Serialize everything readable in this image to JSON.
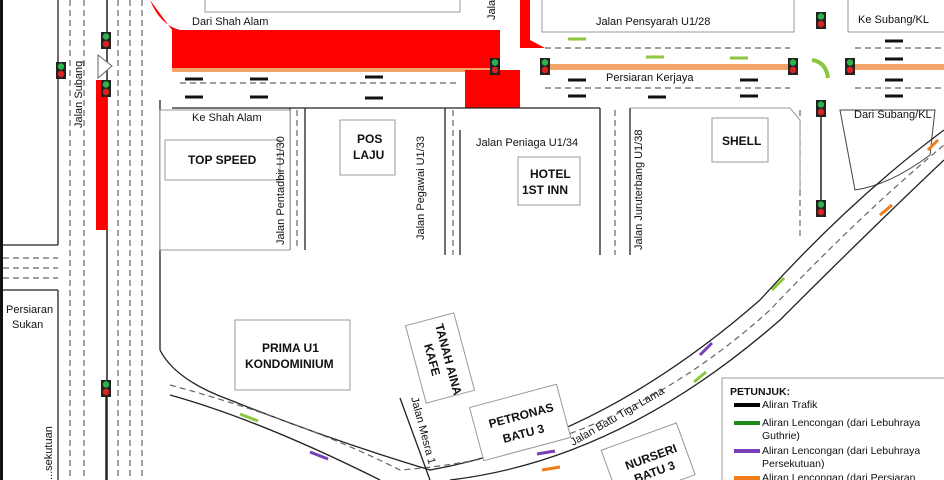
{
  "labels": {
    "dari_shah_alam": "Dari Shah Alam",
    "jalan_top_cut": "Jalan",
    "jalan_pensyarah": "Jalan Pensyarah U1/28",
    "persiaran_kerjaya": "Persiaran Kerjaya",
    "ke_subang_kl": "Ke Subang/KL",
    "dari_subang_kl": "Dari Subang/KL",
    "ke_shah_alam": "Ke Shah Alam",
    "jalan_subang": "Jalan Subang",
    "jalan_pentadbir": "Jalan Pentadbir U1/30",
    "jalan_pegawai": "Jalan Pegawai U1/33",
    "jalan_peniaga": "Jalan Peniaga U1/34",
    "jalan_juruterbang": "Jalan Juruterbang U1/38",
    "persiaran_sukan_1": "Persiaran",
    "persiaran_sukan_2": "Sukan",
    "jalan_mesra": "Jalan Mesra 1",
    "jalan_batu_tiga_lama": "Jalan Batu Tiga Lama",
    "persekutuan_cut": "...sekutuan"
  },
  "buildings": {
    "top_speed": "TOP SPEED",
    "pos_laju_1": "POS",
    "pos_laju_2": "LAJU",
    "hotel_1": "HOTEL",
    "hotel_2": "1ST INN",
    "shell": "SHELL",
    "prima_1": "PRIMA U1",
    "prima_2": "KONDOMINIUM",
    "tanah_1": "TANAH AINA",
    "tanah_2": "KAFE",
    "petronas_1": "PETRONAS",
    "petronas_2": "BATU 3",
    "nurseri_1": "NURSERI",
    "nurseri_2": "BATU 3"
  },
  "legend": {
    "title": "PETUNJUK:",
    "items": [
      {
        "label": "Aliran Trafik",
        "color": "#000000"
      },
      {
        "label": "Aliran Lencongan (dari Lebuhraya",
        "label2": "Guthrie)",
        "color": "#1a8a1a"
      },
      {
        "label": "Aliran Lencongan (dari Lebuhraya",
        "label2": "Persekutuan)",
        "color": "#7a3db8"
      },
      {
        "label": "Aliran Lencongan (dari Persiaran",
        "color": "#f07c1a"
      }
    ]
  },
  "colors": {
    "closure": "#ff0000",
    "guthrie": "#8cc63f",
    "persekutuan": "#7a3db8",
    "orange": "#f4a46a"
  }
}
